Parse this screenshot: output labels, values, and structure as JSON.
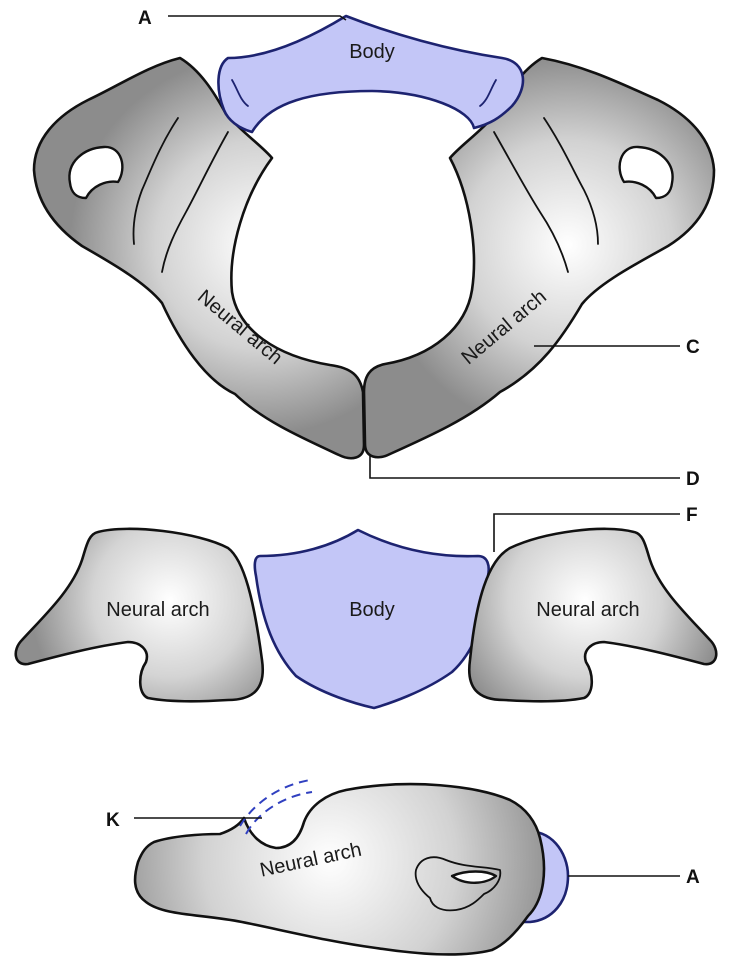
{
  "labels": {
    "top_body": "Body",
    "top_left_arch": "Neural arch",
    "top_right_arch": "Neural arch",
    "mid_left_arch": "Neural arch",
    "mid_body": "Body",
    "mid_right_arch": "Neural arch",
    "bottom_arch": "Neural arch"
  },
  "letters": {
    "a_top": "A",
    "c": "C",
    "d": "D",
    "f": "F",
    "k": "K",
    "a_bottom": "A"
  },
  "colors": {
    "body_fill": "#c3c6f7",
    "body_stroke": "#1d2370",
    "arch_light": "#ffffff",
    "arch_dark": "#8e8e8e",
    "outline": "#111111",
    "dashed_line": "#3040c0"
  }
}
